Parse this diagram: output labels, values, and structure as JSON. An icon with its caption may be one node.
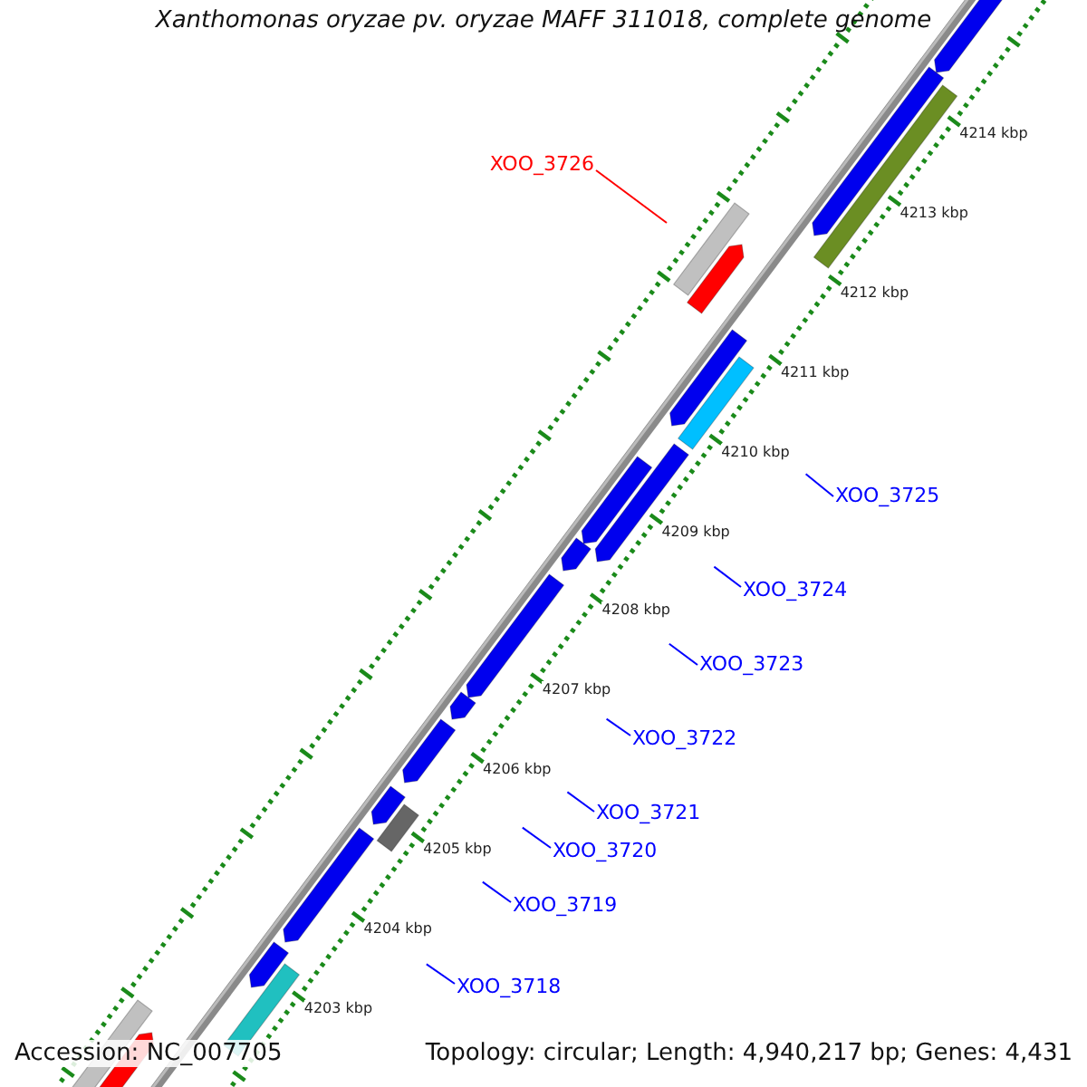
{
  "diagram": {
    "title": "Xanthomonas oryzae pv. oryzae MAFF 311018, complete genome",
    "nodes": [
      {
        "text": [
          "XOO_3726"
        ]
      },
      {
        "text": [
          "XOO_3725"
        ]
      },
      {
        "text": [
          "XOO_3724"
        ]
      },
      {
        "text": [
          "XOO_3723"
        ]
      },
      {
        "text": [
          "XOO_3722"
        ]
      },
      {
        "text": [
          "XOO_3721"
        ]
      },
      {
        "text": [
          "XOO_3720"
        ]
      },
      {
        "text": [
          "XOO_3719"
        ]
      },
      {
        "text": [
          "XOO_3718"
        ]
      }
    ],
    "edges": [
      {
        "from": 0,
        "to": null,
        "arrow": "none",
        "color": "#ff0000"
      },
      {
        "from": 1,
        "to": null,
        "arrow": "none"
      },
      {
        "from": 2,
        "to": null,
        "arrow": "none"
      },
      {
        "from": 3,
        "to": null,
        "arrow": "none"
      },
      {
        "from": 4,
        "to": null,
        "arrow": "none"
      },
      {
        "from": 5,
        "to": null,
        "arrow": "none"
      },
      {
        "from": 6,
        "to": null,
        "arrow": "none"
      },
      {
        "from": 7,
        "to": null,
        "arrow": "none"
      },
      {
        "from": 8,
        "to": null,
        "arrow": "none"
      }
    ],
    "labels": [
      "4214 kbp",
      "4213 kbp",
      "4212 kbp",
      "4211 kbp",
      "4210 kbp",
      "4209 kbp",
      "4208 kbp",
      "4207 kbp",
      "4206 kbp",
      "4205 kbp",
      "4204 kbp",
      "4203 kbp",
      "Accession: NC_007705",
      "Topology: circular; Length: 4,940,217 bp; Genes: 4,431"
    ]
  }
}
